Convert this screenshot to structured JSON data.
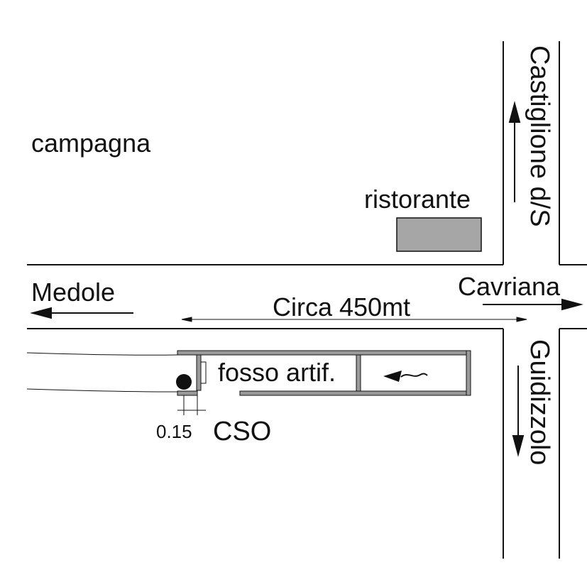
{
  "labels": {
    "campagna": "campagna",
    "ristorante": "ristorante",
    "castiglione": "Castiglione d/S",
    "medole": "Medole",
    "cavriana": "Cavriana",
    "distance": "Circa 450mt",
    "fosso": "fosso artif.",
    "guidizzolo": "Guidizzolo",
    "dimension": "0.15",
    "cso": "CSO"
  },
  "colors": {
    "line": "#111111",
    "building_fill": "#a6a6a6",
    "wall_fill": "#9a9a9a"
  },
  "icons": {
    "flow_arrow": "tilde-arrow-left",
    "cso_outlet": "filled-circle"
  }
}
